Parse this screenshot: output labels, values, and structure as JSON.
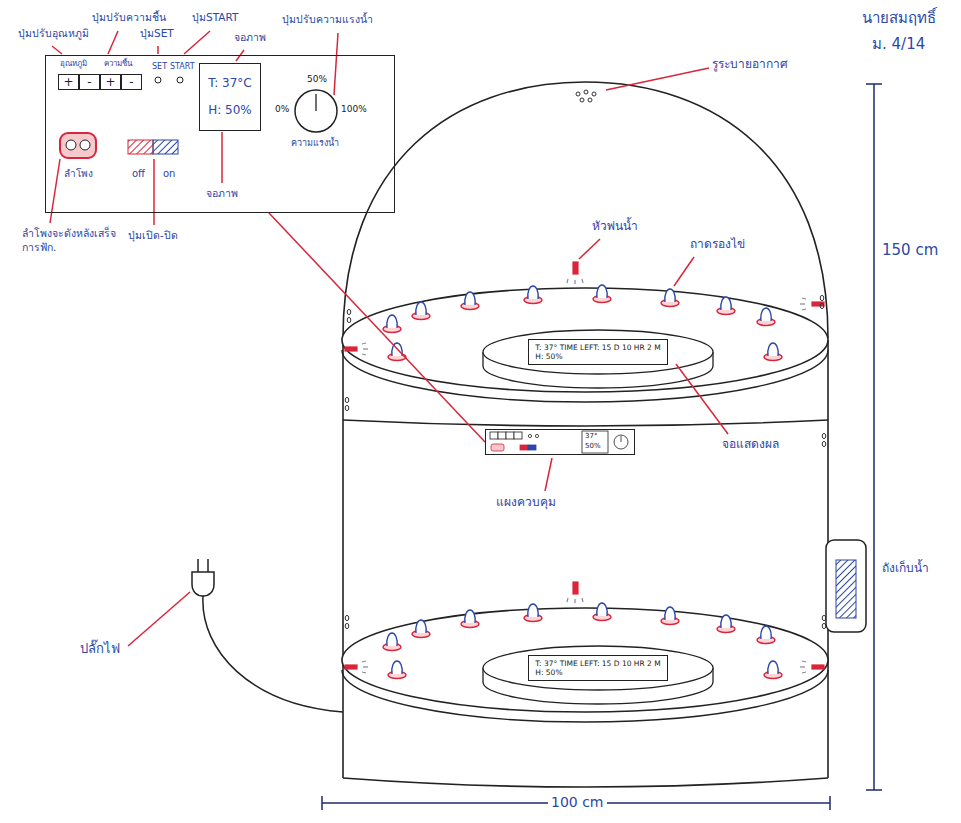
{
  "diagram": {
    "nodes": [
      {
        "text": [
          "อุณหภูมิ",
          "ความชื้น",
          "SET",
          "START",
          "ลำโพง",
          "off",
          "on",
          "ความแรงน้ำ"
        ]
      },
      {
        "text": [
          "+"
        ],
        "in": 0
      },
      {
        "text": [
          "-"
        ],
        "in": 0
      },
      {
        "text": [
          "+"
        ],
        "in": 0
      },
      {
        "text": [
          "-"
        ],
        "in": 0
      },
      {
        "text": [
          "T: 37°C",
          "H: 50%"
        ],
        "in": 0
      },
      {
        "text": [
          "50%",
          "0%",
          "100%"
        ],
        "in": 0
      },
      {
        "text": [
          "T: 37° TIME LEFT: 15 D 10 HR 2 M",
          "H: 50%"
        ]
      },
      {
        "text": [
          "T: 37° TIME LEFT: 15 D 10 HR 2 M",
          "H: 50%"
        ]
      },
      {
        "text": [
          "37°",
          "50%"
        ]
      }
    ],
    "edges": [
      {
        "from": 0,
        "to": 9,
        "arrow": "none"
      }
    ],
    "labels": [
      "ปุ่มปรับอุณหภูมิ",
      "ปุ่มปรับความชื้น",
      "ปุ่มSET",
      "ปุ่มSTART",
      "จอภาพ",
      "ปุ่มปรับความแรงน้ำ",
      "ลำโพงจะดังหลังเสร็จการฟัก.",
      "ปุ่มเปิด-ปิด",
      "จอภาพ",
      "นายสมฤทธิ์",
      "ม. 4/14",
      "รูระบายอากาศ",
      "หัวพ่นน้ำ",
      "ถาดรองไข่",
      "จอแสดงผล",
      "แผงควบคุม",
      "ถังเก็บน้ำ",
      "ปลั๊กไฟ",
      "150 cm",
      "100 cm"
    ]
  }
}
